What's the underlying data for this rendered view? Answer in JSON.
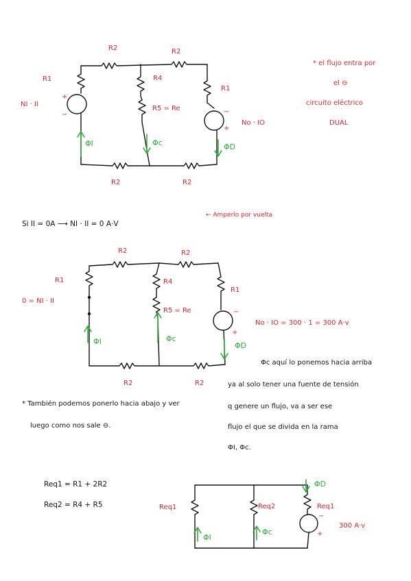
{
  "circuit1": {
    "r2_top_left": "R2",
    "r2_top_right": "R2",
    "r1_left": "R1",
    "r4": "R4",
    "r1_right": "R1",
    "r5_eq": "R5 = Re",
    "ni_ii": "NI · II",
    "plus": "+",
    "minus": "−",
    "phi_i": "ΦI",
    "phi_c": "Φc",
    "phi_d": "ΦD",
    "no_io": "No · IO",
    "r2_bottom_left": "R2",
    "r2_bottom_right": "R2"
  },
  "note_dual": [
    "* el flujo entra por",
    "el ⊖",
    "circuito eléctrico",
    "DUAL"
  ],
  "equation": {
    "text": "Si  II = 0A  ⟶  NI · II = 0  A·V",
    "annotation": "← Amperio por vuelta"
  },
  "circuit2": {
    "r2_top_left": "R2",
    "r2_top_right": "R2",
    "r1_left": "R1",
    "r4": "R4",
    "r1_right": "R1",
    "r5_eq": "R5 = Re",
    "zero_eq": "0 = NI · II",
    "minus": "−",
    "plus": "+",
    "phi_i": "ΦI",
    "phi_c": "Φc",
    "phi_d": "ΦD",
    "no_io_eq": "No · IO  =  300 · 1 = 300  A·v",
    "r2_bottom_left": "R2",
    "r2_bottom_right": "R2"
  },
  "note_phic": [
    "Φc aquí lo ponemos hacia arriba",
    "ya al solo tener una fuente de tensión",
    "q genere un flujo, va a ser ese",
    "flujo el que se divida en la rama",
    "ΦI, Φc."
  ],
  "note_tambien": [
    "* También podemos ponerlo hacia abajo y ver",
    "luego como nos sale ⊖."
  ],
  "req": {
    "req1_line": "Req1 =  R1 + 2R2",
    "req2_line": "Req2 =  R4 + R5"
  },
  "circuit3": {
    "req1_left": "Req1",
    "req2": "Req2",
    "req1_right": "Req1",
    "phi_d": "ΦD",
    "phi_i": "ΦI",
    "phi_c": "Φc",
    "minus": "−",
    "plus": "+",
    "value": "300 A·v"
  }
}
